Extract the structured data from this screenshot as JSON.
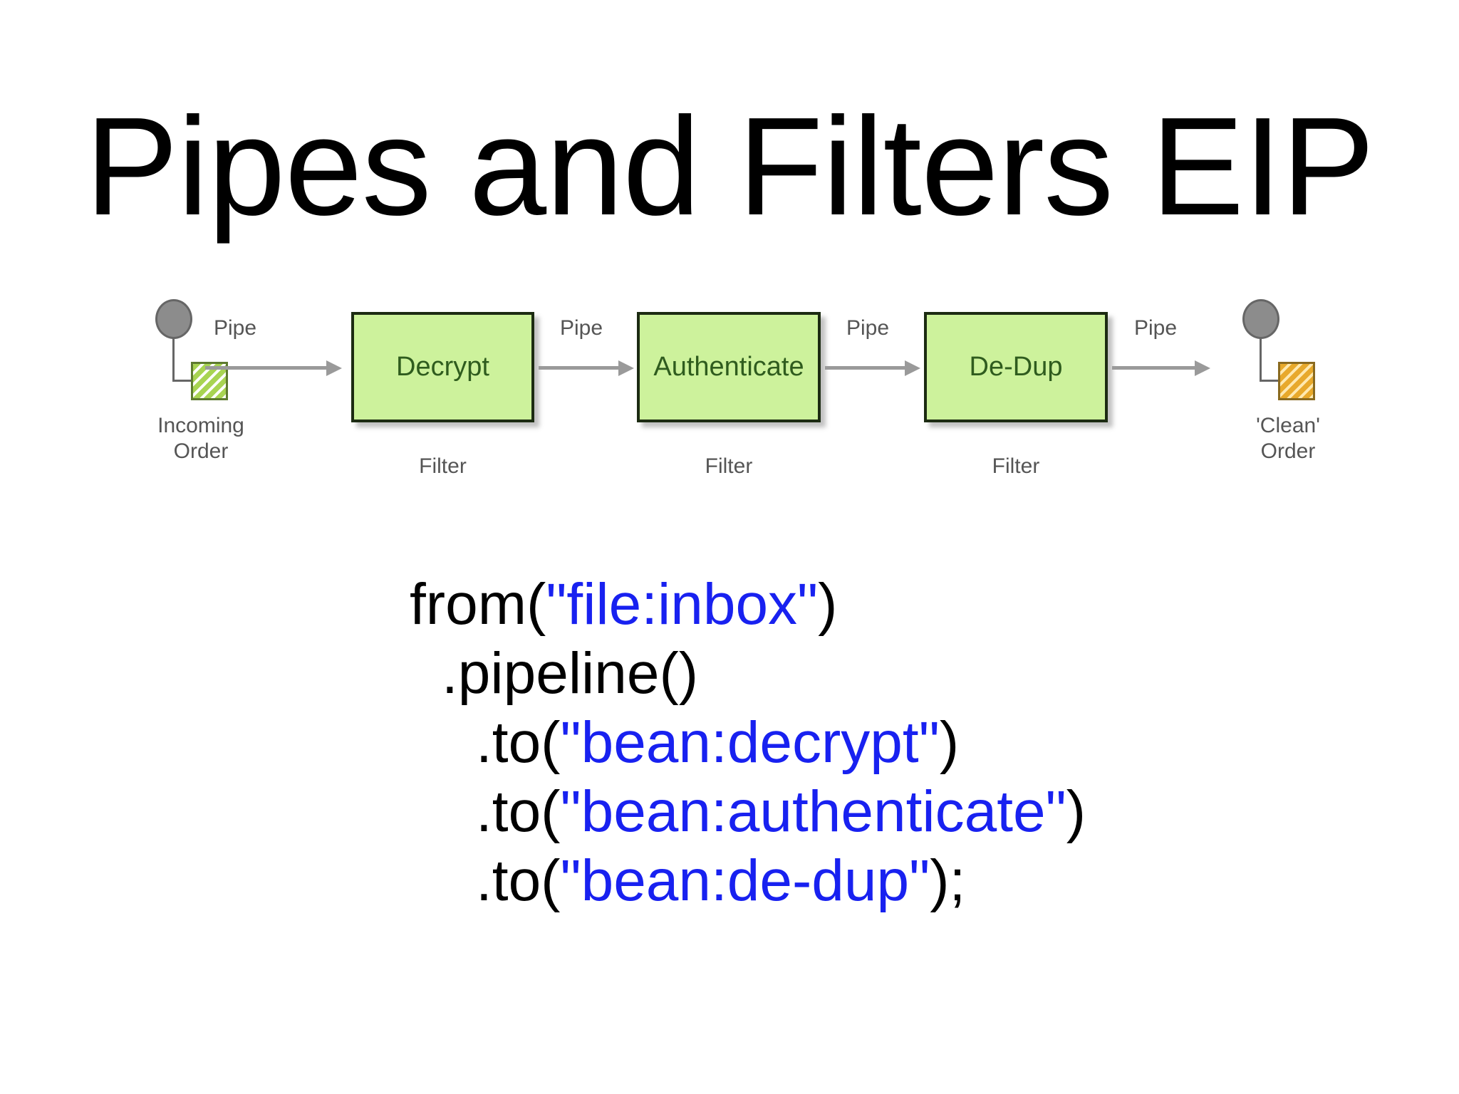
{
  "slide": {
    "title": "Pipes and Filters EIP",
    "background": "#ffffff"
  },
  "diagram": {
    "type": "pipes-and-filters",
    "source": {
      "label": "Incoming\nOrder",
      "icon": "message-document-icon",
      "icon_color": "#b8e06a"
    },
    "sink": {
      "label": "'Clean'\nOrder",
      "icon": "message-document-icon",
      "icon_color": "#f0b93c"
    },
    "filter_caption": "Filter",
    "pipe_label": "Pipe",
    "filters": [
      {
        "name": "Decrypt"
      },
      {
        "name": "Authenticate"
      },
      {
        "name": "De-Dup"
      }
    ],
    "pipes": [
      {
        "label": "Pipe"
      },
      {
        "label": "Pipe"
      },
      {
        "label": "Pipe"
      },
      {
        "label": "Pipe"
      }
    ],
    "colors": {
      "filter_fill": "#cdf29c",
      "filter_border": "#1c2b12",
      "filter_text": "#2f5c1e",
      "pipe": "#9a9a9a",
      "endpoint_circle": "#8c8c8c",
      "caption_text": "#555555"
    }
  },
  "code": {
    "language": "java-dsl",
    "string_color": "#1821f0",
    "lines": [
      {
        "indent": 0,
        "parts": [
          {
            "t": "from(",
            "k": "plain"
          },
          {
            "t": "\"file:inbox\"",
            "k": "string"
          },
          {
            "t": ")",
            "k": "plain"
          }
        ]
      },
      {
        "indent": 1,
        "parts": [
          {
            "t": ".pipeline()",
            "k": "plain"
          }
        ]
      },
      {
        "indent": 2,
        "parts": [
          {
            "t": ".to(",
            "k": "plain"
          },
          {
            "t": "\"bean:decrypt\"",
            "k": "string"
          },
          {
            "t": ")",
            "k": "plain"
          }
        ]
      },
      {
        "indent": 2,
        "parts": [
          {
            "t": ".to(",
            "k": "plain"
          },
          {
            "t": "\"bean:authenticate\"",
            "k": "string"
          },
          {
            "t": ")",
            "k": "plain"
          }
        ]
      },
      {
        "indent": 2,
        "parts": [
          {
            "t": ".to(",
            "k": "plain"
          },
          {
            "t": "\"bean:de-dup\"",
            "k": "string"
          },
          {
            "t": ");",
            "k": "plain"
          }
        ]
      }
    ]
  }
}
